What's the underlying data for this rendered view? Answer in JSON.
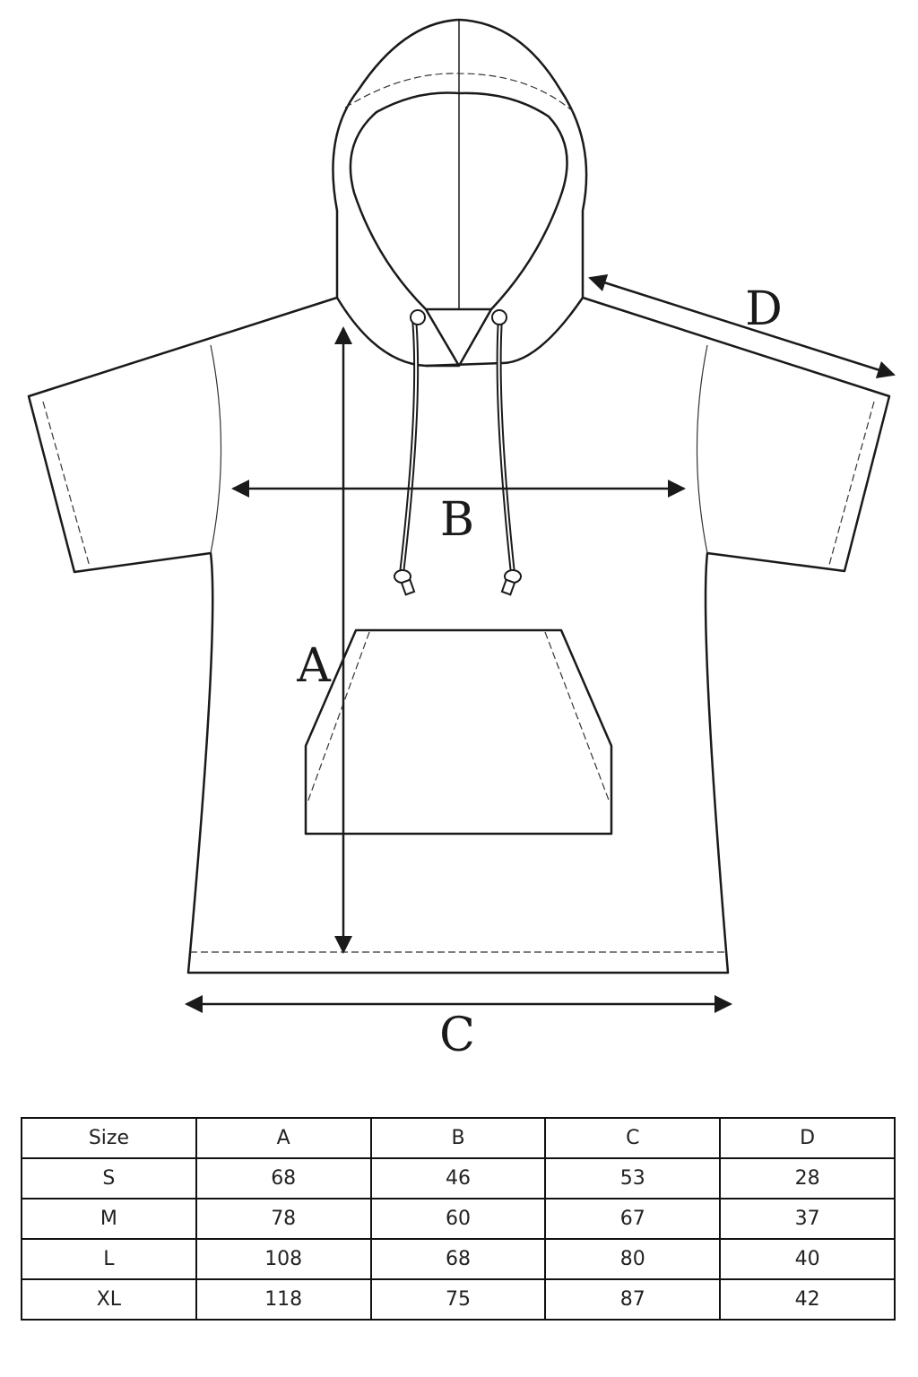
{
  "diagram": {
    "labels": {
      "A": "A",
      "B": "B",
      "C": "C",
      "D": "D"
    }
  },
  "size_table": {
    "headers": [
      "Size",
      "A",
      "B",
      "C",
      "D"
    ],
    "rows": [
      [
        "S",
        "68",
        "46",
        "53",
        "28"
      ],
      [
        "M",
        "78",
        "60",
        "67",
        "37"
      ],
      [
        "L",
        "108",
        "68",
        "80",
        "40"
      ],
      [
        "XL",
        "118",
        "75",
        "87",
        "42"
      ]
    ]
  }
}
